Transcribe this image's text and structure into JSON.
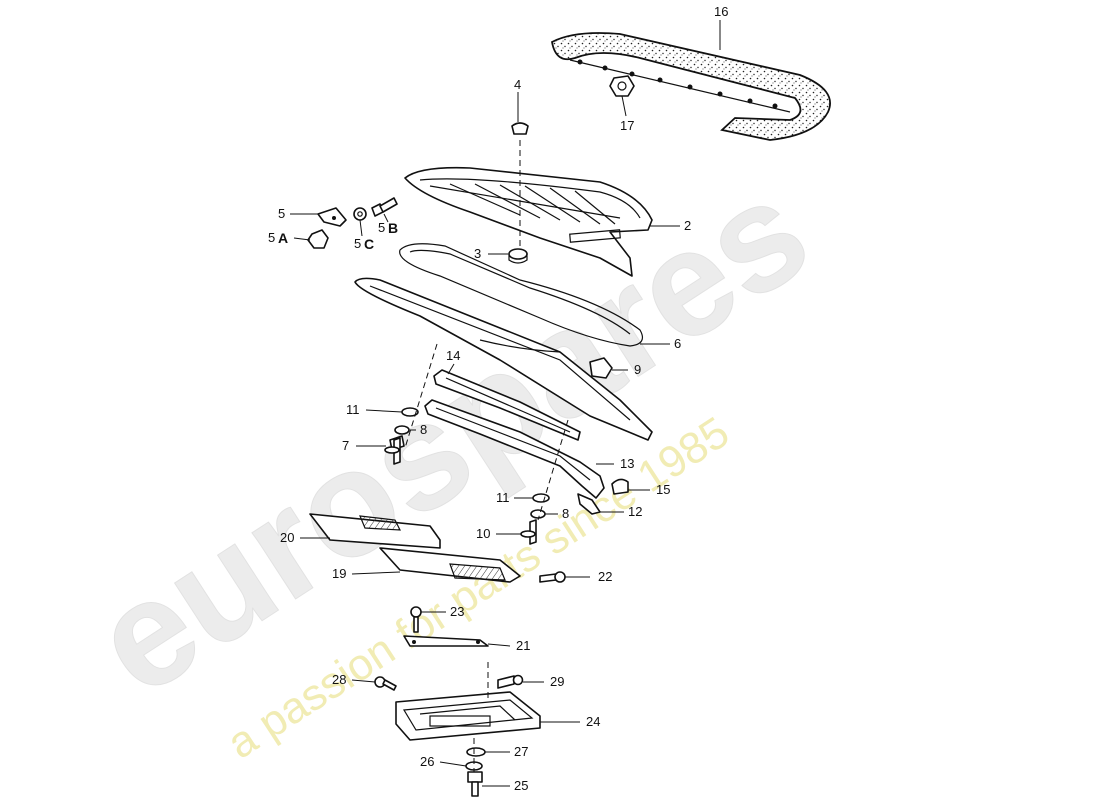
{
  "watermark": {
    "brand": "eurospares",
    "tagline": "a passion for parts since 1985"
  },
  "callouts": {
    "p2": "2",
    "p3": "3",
    "p4": "4",
    "p5": "5",
    "p5a_num": "5",
    "p5a_letter": "A",
    "p5b_num": "5",
    "p5b_letter": "B",
    "p5c_num": "5",
    "p5c_letter": "C",
    "p6": "6",
    "p7": "7",
    "p8a": "8",
    "p8b": "8",
    "p9": "9",
    "p10": "10",
    "p11a": "11",
    "p11b": "11",
    "p12": "12",
    "p13": "13",
    "p14": "14",
    "p15": "15",
    "p16": "16",
    "p17": "17",
    "p19": "19",
    "p20": "20",
    "p21": "21",
    "p22": "22",
    "p23": "23",
    "p24": "24",
    "p25": "25",
    "p26": "26",
    "p27": "27",
    "p28": "28",
    "p29": "29"
  }
}
